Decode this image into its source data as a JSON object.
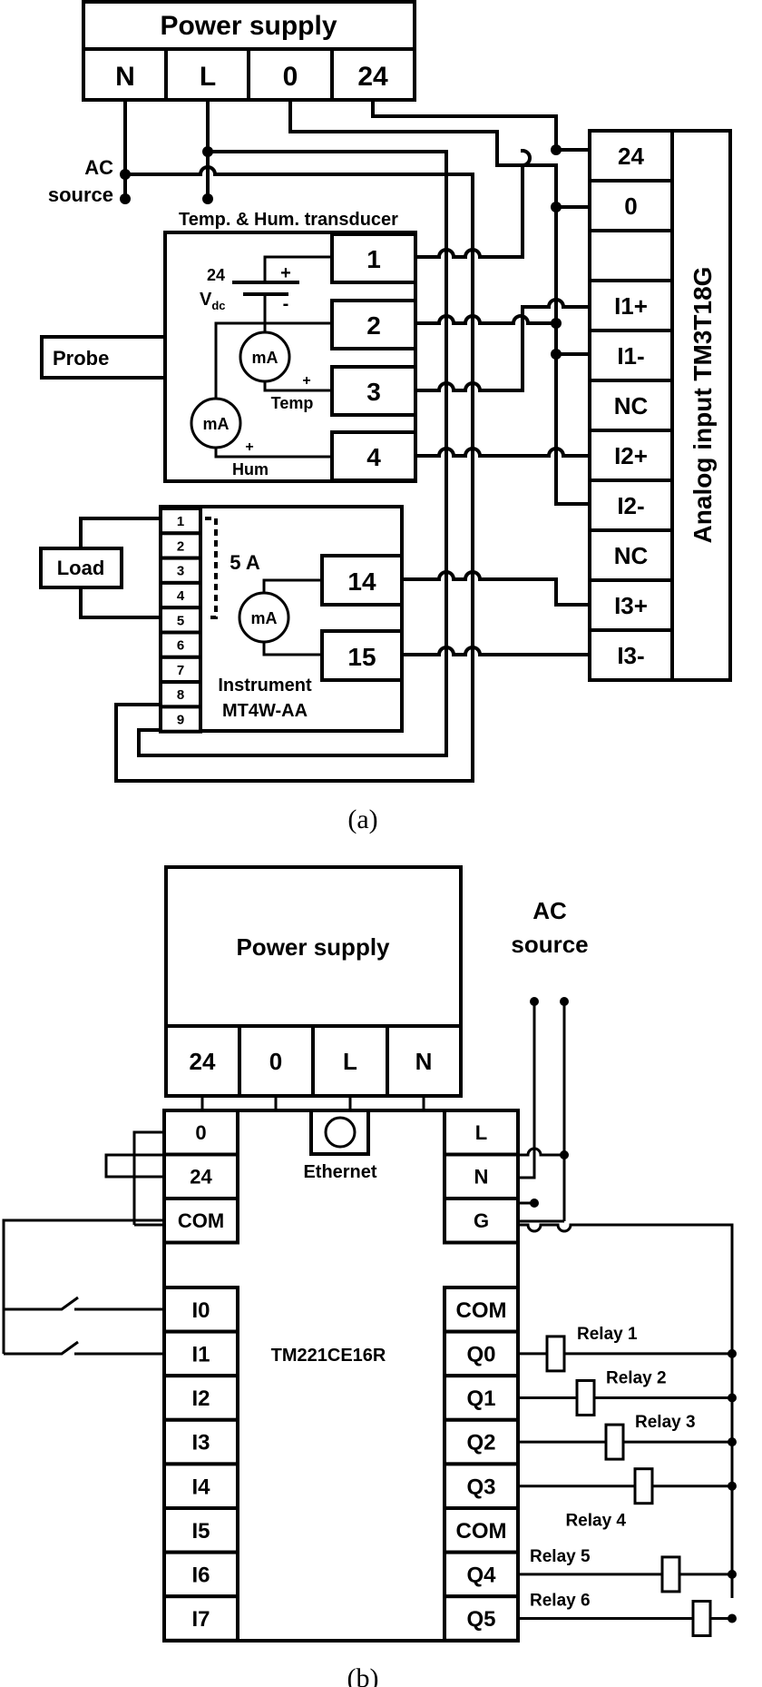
{
  "diagram_a": {
    "caption": "(a)",
    "power_supply": {
      "title": "Power supply",
      "terminals": [
        "N",
        "L",
        "0",
        "24"
      ]
    },
    "ac_source": {
      "line1": "AC",
      "line2": "source"
    },
    "transducer": {
      "title": "Temp. & Hum. transducer",
      "terminals": [
        "1",
        "2",
        "3",
        "4"
      ],
      "probe_label": "Probe",
      "battery_voltage": "24",
      "battery_unit": "V",
      "battery_unit_sub": "dc",
      "plus": "+",
      "minus": "-",
      "meter_label": "mA",
      "temp_label": "Temp",
      "hum_label": "Hum"
    },
    "instrument": {
      "name_line1": "Instrument",
      "name_line2": "MT4W-AA",
      "pin_numbers": [
        "1",
        "2",
        "3",
        "4",
        "5",
        "6",
        "7",
        "8",
        "9"
      ],
      "load_label": "Load",
      "current_rating": "5 A",
      "meter_label": "mA",
      "output_terminals": [
        "14",
        "15"
      ]
    },
    "analog_module": {
      "title": "Analog input TM3T18G",
      "terminals": [
        "24",
        "0",
        "",
        "I1+",
        "I1-",
        "NC",
        "I2+",
        "I2-",
        "NC",
        "I3+",
        "I3-"
      ]
    }
  },
  "diagram_b": {
    "caption": "(b)",
    "power_supply": {
      "title": "Power supply",
      "terminals": [
        "24",
        "0",
        "L",
        "N"
      ]
    },
    "ac_source": {
      "line1": "AC",
      "line2": "source"
    },
    "plc": {
      "model": "TM221CE16R",
      "ethernet_label": "Ethernet",
      "left_top_terminals": [
        "0",
        "24",
        "COM"
      ],
      "right_top_terminals": [
        "L",
        "N",
        "G"
      ],
      "inputs": [
        "I0",
        "I1",
        "I2",
        "I3",
        "I4",
        "I5",
        "I6",
        "I7"
      ],
      "outputs": [
        "COM",
        "Q0",
        "Q1",
        "Q2",
        "Q3",
        "COM",
        "Q4",
        "Q5"
      ]
    },
    "relays": [
      "Relay 1",
      "Relay 2",
      "Relay 3",
      "Relay 4",
      "Relay 5",
      "Relay 6"
    ]
  }
}
